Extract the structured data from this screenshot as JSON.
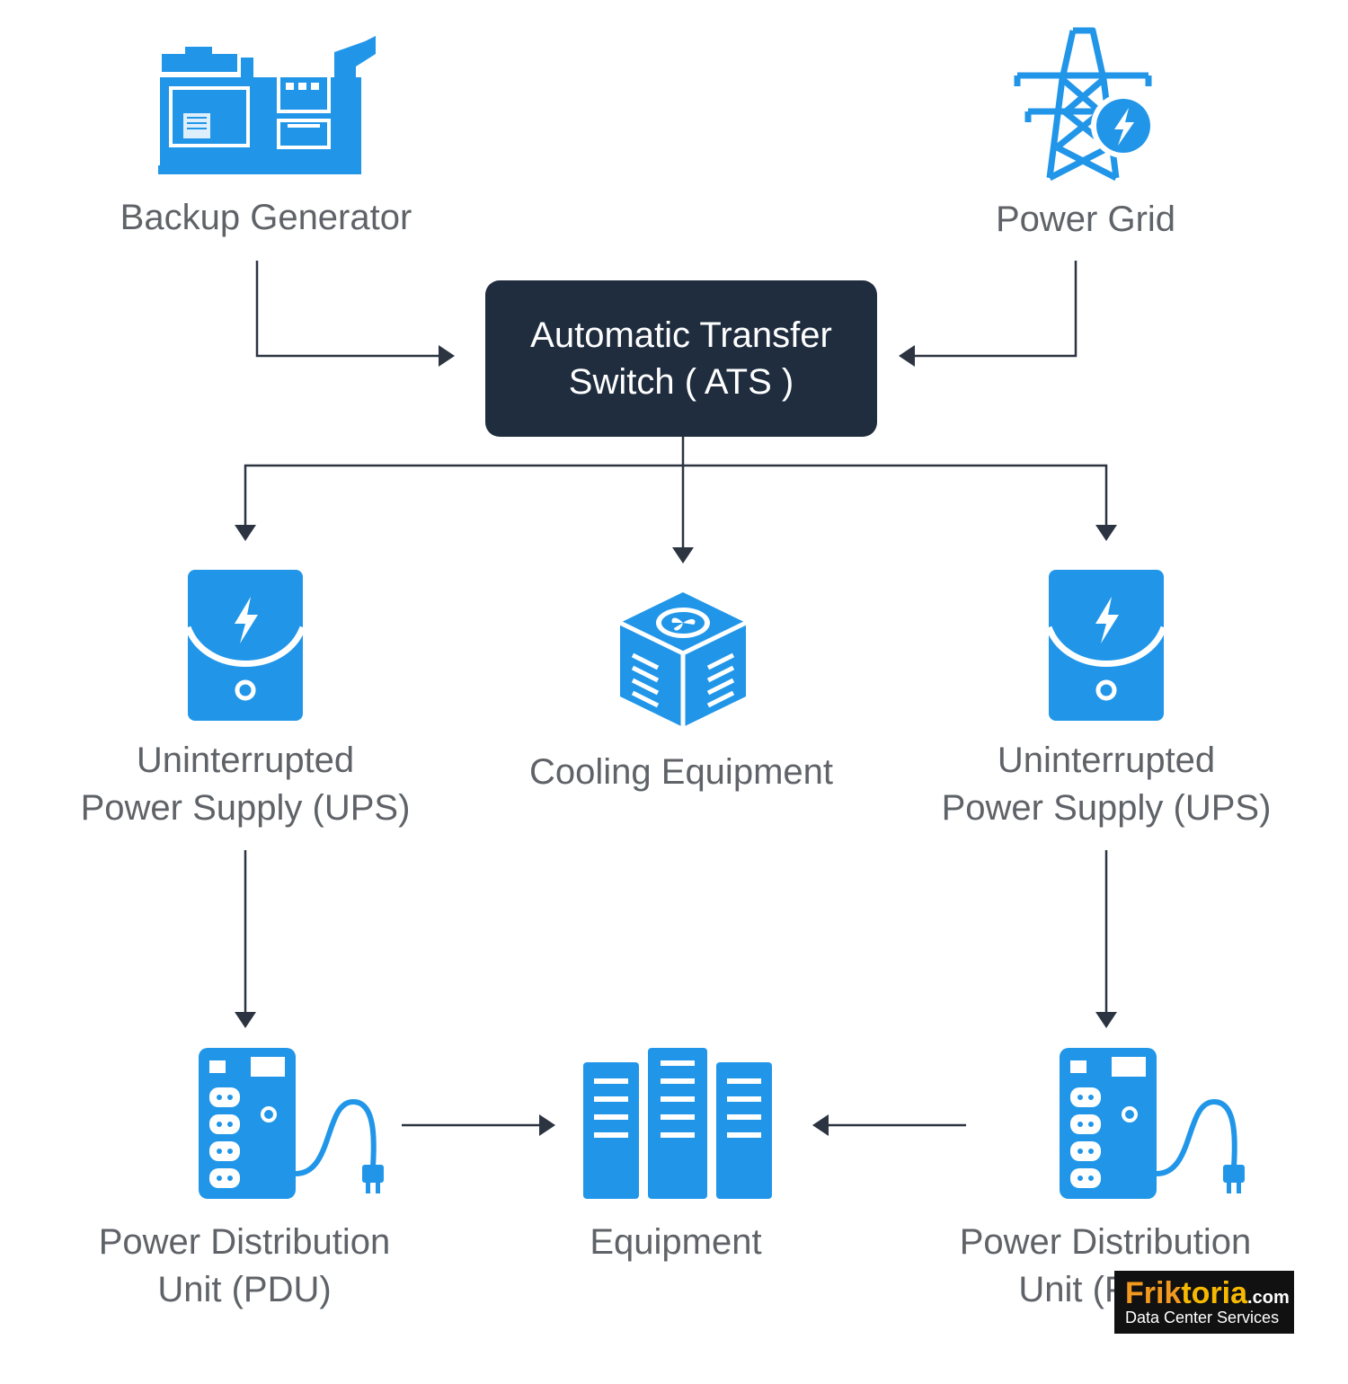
{
  "colors": {
    "icon_blue": "#2196e9",
    "ats_background": "#1f2d3f",
    "label_text": "#5f6368",
    "arrow": "#2b3440"
  },
  "nodes": {
    "generator": {
      "label": "Backup Generator",
      "icon": "generator-icon"
    },
    "grid": {
      "label": "Power Grid",
      "icon": "power-tower-icon"
    },
    "ats": {
      "line1": "Automatic Transfer",
      "line2": "Switch ( ATS )"
    },
    "ups_left": {
      "line1": "Uninterrupted",
      "line2": "Power Supply (UPS)",
      "icon": "ups-icon"
    },
    "cooling": {
      "label": "Cooling Equipment",
      "icon": "cooling-unit-icon"
    },
    "ups_right": {
      "line1": "Uninterrupted",
      "line2": "Power Supply (UPS)",
      "icon": "ups-icon"
    },
    "pdu_left": {
      "line1": "Power Distribution",
      "line2": "Unit (PDU)",
      "icon": "pdu-icon"
    },
    "equipment": {
      "label": "Equipment",
      "icon": "server-rack-icon"
    },
    "pdu_right": {
      "line1": "Power Distribution",
      "line2": "Unit (PDU)",
      "icon": "pdu-icon"
    }
  },
  "edges": [
    {
      "from": "Backup Generator",
      "to": "Automatic Transfer Switch ( ATS )"
    },
    {
      "from": "Power Grid",
      "to": "Automatic Transfer Switch ( ATS )"
    },
    {
      "from": "Automatic Transfer Switch ( ATS )",
      "to": "Uninterrupted Power Supply (UPS)"
    },
    {
      "from": "Automatic Transfer Switch ( ATS )",
      "to": "Cooling Equipment"
    },
    {
      "from": "Automatic Transfer Switch ( ATS )",
      "to": "Uninterrupted Power Supply (UPS)"
    },
    {
      "from": "Uninterrupted Power Supply (UPS)",
      "to": "Power Distribution Unit (PDU)"
    },
    {
      "from": "Uninterrupted Power Supply (UPS)",
      "to": "Power Distribution Unit (PDU)"
    },
    {
      "from": "Power Distribution Unit (PDU)",
      "to": "Equipment"
    },
    {
      "from": "Power Distribution Unit (PDU)",
      "to": "Equipment"
    }
  ],
  "watermark": {
    "brand_part1": "Frik",
    "brand_part2": "toria",
    "brand_suffix": ".com",
    "tagline": "Data Center Services"
  }
}
